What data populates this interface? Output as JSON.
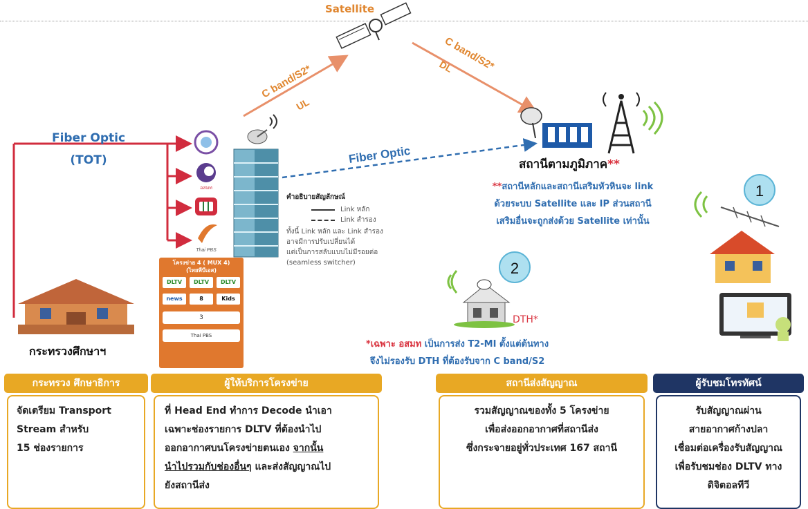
{
  "labels": {
    "satellite": "Satellite",
    "c_band_ul": "C band/S2*",
    "ul": "UL",
    "c_band_dl": "C band/S2*",
    "dl": "DL",
    "fiber_optic_left": "Fiber Optic",
    "tot": "(TOT)",
    "fiber_optic_center": "Fiber Optic",
    "regional_station": "สถานีตามภูมิภาค",
    "regional_star": "**",
    "dth": "DTH*",
    "ministry": "กระทรวงศึกษาฯ",
    "badge_1": "1",
    "badge_2": "2",
    "thai_pbs": "Thai PBS"
  },
  "regional_note": {
    "star": "**",
    "line1": "สถานีหลักและสถานีเสริมหัวหินจะ link",
    "line2": "ด้วยระบบ Satellite และ IP ส่วนสถานี",
    "line3": "เสริมอื่นจะถูกส่งด้วย Satellite เท่านั้น"
  },
  "legend": {
    "title": "คำอธิบายสัญลักษณ์",
    "main_link": "Link หลัก",
    "backup_link": "Link สำรอง",
    "note1": "ทั้งนี้ Link หลัก และ Link สำรอง",
    "note2": "อาจมีการปรับเปลี่ยนได้",
    "note3": "แต่เป็นการสลับแบบไม่มีรอยต่อ",
    "note4": "(seamless switcher)"
  },
  "mux_panel": {
    "title1": "โครงข่าย 4 ( MUX 4)",
    "title2": "(ไทยพีบีเอส)",
    "ch1": "DLTV",
    "ch2": "DLTV",
    "ch3": "DLTV",
    "ch4": "news",
    "ch5": "8",
    "ch6": "Kids",
    "row1": "3",
    "row2": "Thai PBS"
  },
  "dth_note": {
    "part1": "*เฉพาะ อสมท",
    "part2": " เป็นการส่ง T2-MI ตั้งแต่ต้นทาง",
    "line2": "จึงไม่รองรับ DTH ที่ต้องรับจาก C band/S2"
  },
  "cards": [
    {
      "header": "กระทรวง ศึกษาธิการ",
      "lines": [
        "จัดเตรียม Transport",
        "Stream สำหรับ",
        "15 ช่องรายการ"
      ]
    },
    {
      "header": "ผู้ให้บริการโครงข่าย",
      "line1": "ที่ Head End ทำการ Decode นำเอา",
      "line2": "เฉพาะช่องรายการ DLTV ที่ต้องนำไป",
      "line3a": "ออกอากาศบนโครงข่ายตนเอง ",
      "line3b": "จากนั้น",
      "line4a": "นำไปรวมกับช่องอื่นๆ",
      "line4b": " และส่งสัญญาณไป",
      "line5": "ยังสถานีส่ง"
    },
    {
      "header": "สถานีส่งสัญญาณ",
      "lines": [
        "รวมสัญญาณของทั้ง 5 โครงข่าย",
        "เพื่อส่งออกอากาศที่สถานีส่ง",
        "ซึ่งกระจายอยู่ทั่วประเทศ 167 สถานี"
      ]
    },
    {
      "header": "ผู้รับชมโทรทัศน์",
      "lines": [
        "รับสัญญาณผ่าน",
        "สายอากาศก้างปลา",
        "เชื่อมต่อเครื่องรับสัญญาณ",
        "เพื่อรับชมช่อง DLTV ทาง",
        "ดิจิตอลทีวี"
      ]
    }
  ],
  "colors": {
    "orange_header": "#e8a824",
    "navy_header": "#1f3564",
    "fiber_red": "#d12c3e",
    "fiber_blue": "#2f6db0",
    "cband": "#e8906a",
    "satellite_label": "#e0862f"
  }
}
